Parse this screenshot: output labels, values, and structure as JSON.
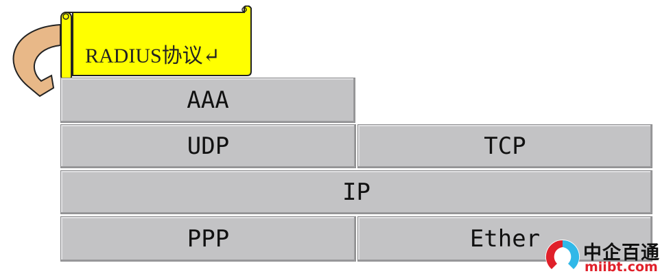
{
  "scroll_label": "RADIUS协议↵",
  "layers": {
    "aaa": "AAA",
    "udp": "UDP",
    "tcp": "TCP",
    "ip": "IP",
    "ppp": "PPP",
    "ether": "Ether"
  },
  "watermark": {
    "cn": "中企百通",
    "en": "miibt.com"
  },
  "colors": {
    "scroll": "#ffff00",
    "layer": "#c3c3c5",
    "arrow": "#e8b888",
    "watermark_red": "#e0202a",
    "watermark_blue": "#30b8e8"
  }
}
